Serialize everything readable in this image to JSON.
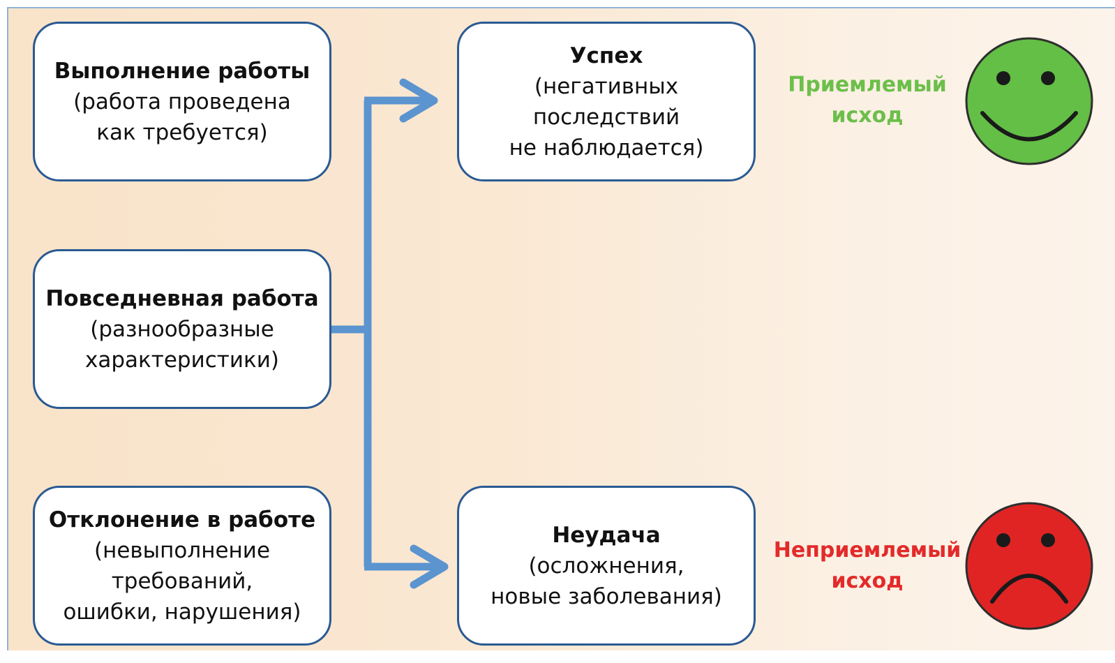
{
  "left_boxes": [
    {
      "title": "Выполнение работы",
      "lines": [
        "(работа проведена",
        "как требуется)"
      ]
    },
    {
      "title": "Повседневная работа",
      "lines": [
        "(разнообразные",
        "характеристики)"
      ]
    },
    {
      "title": "Отклонение в работе",
      "lines": [
        "(невыполнение",
        "требований,",
        "ошибки, нарушения)"
      ]
    }
  ],
  "right_boxes": [
    {
      "title": "Успех",
      "lines": [
        "(негативных последствий",
        "не наблюдается)"
      ]
    },
    {
      "title": "Неудача",
      "lines": [
        "(осложнения,",
        "новые заболевания)"
      ]
    }
  ],
  "outcomes": {
    "acceptable": {
      "lines": [
        "Приемлемый",
        "исход"
      ],
      "color": "#6cbf4a"
    },
    "unacceptable": {
      "lines": [
        "Неприемлемый",
        "исход"
      ],
      "color": "#e32a2a"
    }
  },
  "faces": {
    "happy": {
      "icon": "happy-face-icon",
      "color": "#63bf45"
    },
    "sad": {
      "icon": "sad-face-icon",
      "color": "#e02424"
    }
  },
  "colors": {
    "box_border": "#2a5a92",
    "arrow": "#5b94cf"
  }
}
